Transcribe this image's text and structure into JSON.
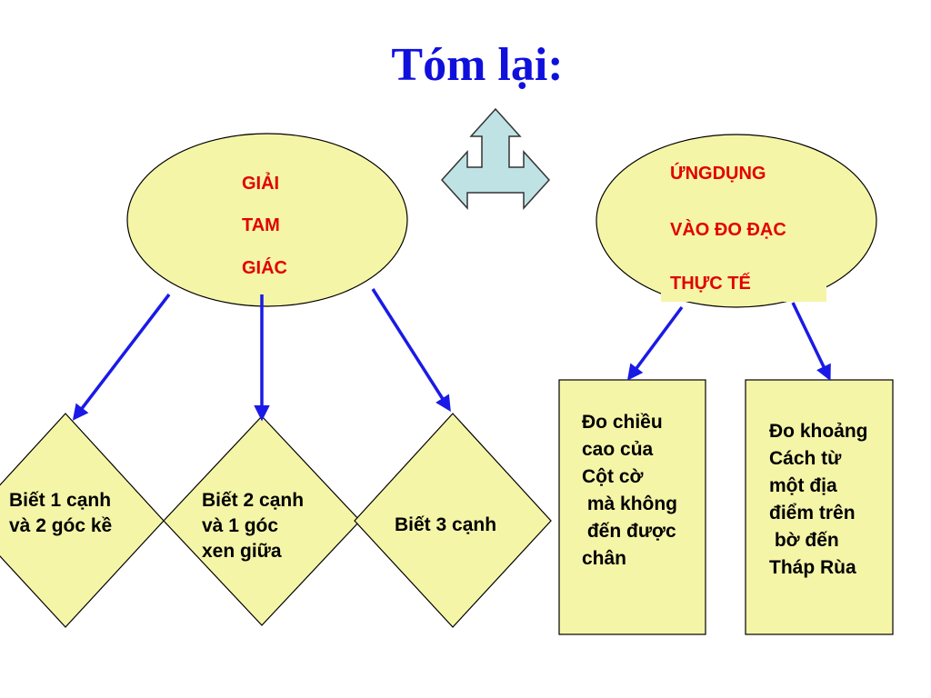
{
  "title": "Tóm lại:",
  "diagram": {
    "left_ellipse": {
      "lines": [
        "GIẢI",
        "TAM",
        "GIÁC"
      ]
    },
    "right_ellipse": {
      "lines": [
        "ỨNGDỤNG",
        "VÀO ĐO ĐẠC",
        "THỰC TẾ"
      ]
    },
    "diamonds": [
      {
        "text": "Biết 1 cạnh\nvà 2 góc kề"
      },
      {
        "text": "Biết 2 cạnh\nvà 1 góc\nxen giữa"
      },
      {
        "text": "Biết 3 cạnh"
      }
    ],
    "boxes": [
      {
        "text": "Đo chiều\ncao của\nCột cờ\n mà không\n đến được\nchân"
      },
      {
        "text": "Đo khoảng\nCách từ\nmột địa\nđiểm trên\n bờ đến\nTháp Rùa"
      }
    ],
    "colors": {
      "shape_fill": "#f5f5a8",
      "arrow": "#1a1ae6",
      "title": "#1010dd",
      "ellipse_text": "#e20000",
      "double_arrow_fill": "#bfe2e4"
    },
    "center_icon": "three-way-arrow-icon"
  }
}
